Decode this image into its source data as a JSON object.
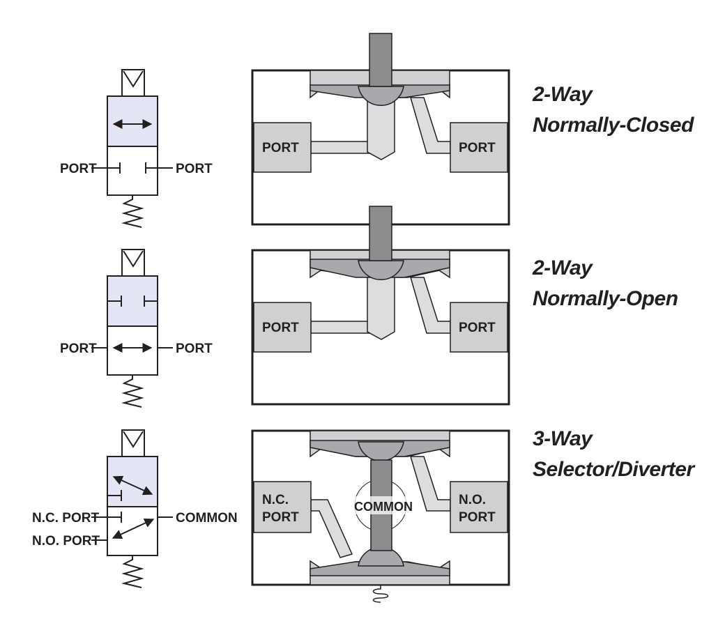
{
  "colors": {
    "ink": "#231f20",
    "actuator_fill": "#e4e6f5",
    "port_fill": "#cfd0d2",
    "stem_fill": "#8a8c8e",
    "passage_fill": "#dcddde",
    "poppet_fill": "#a7a9ac"
  },
  "panels": [
    {
      "title_line1": "2-Way",
      "title_line2": "Normally-Closed",
      "symbol_left_label": "PORT",
      "symbol_right_label": "PORT",
      "body_left_port": "PORT",
      "body_right_port": "PORT"
    },
    {
      "title_line1": "2-Way",
      "title_line2": "Normally-Open",
      "symbol_left_label": "PORT",
      "symbol_right_label": "PORT",
      "body_left_port": "PORT",
      "body_right_port": "PORT"
    },
    {
      "title_line1": "3-Way",
      "title_line2": "Selector/Diverter",
      "symbol_left_label_top": "N.C. PORT",
      "symbol_left_label_bottom": "N.O. PORT",
      "symbol_right_label": "COMMON",
      "body_left_port_line1": "N.C.",
      "body_left_port_line2": "PORT",
      "body_right_port_line1": "N.O.",
      "body_right_port_line2": "PORT",
      "body_center_label": "COMMON"
    }
  ]
}
